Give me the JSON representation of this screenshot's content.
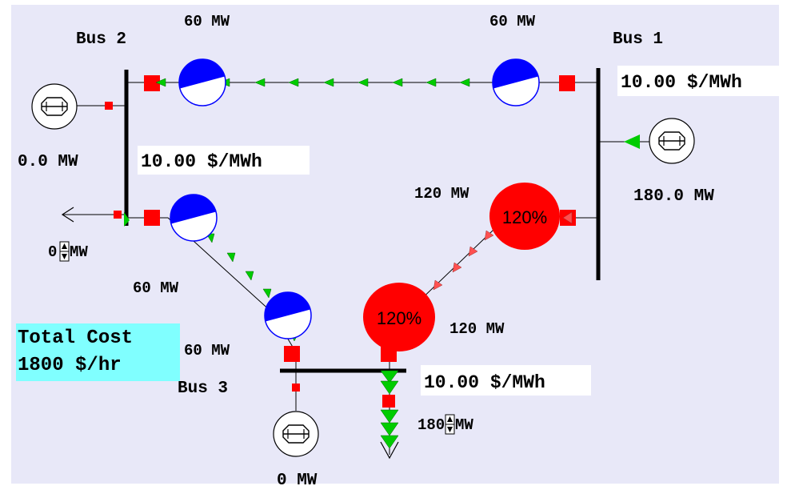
{
  "colors": {
    "background": "#e8e8f8",
    "bus_line": "#000000",
    "breaker": "#ff0000",
    "flow_arrow_normal": "#00cc00",
    "flow_arrow_overload": "#ff3030",
    "pie_normal": "#0000ff",
    "pie_overload": "#ff0000",
    "price_box": "#ffffff",
    "cost_box": "#80ffff"
  },
  "buses": {
    "bus1": {
      "name": "Bus 1",
      "price": "10.00 $/MWh"
    },
    "bus2": {
      "name": "Bus 2",
      "price": "10.00 $/MWh"
    },
    "bus3": {
      "name": "Bus 3",
      "price": "10.00 $/MWh"
    }
  },
  "generators": {
    "gen1": {
      "output": "180.0 MW",
      "icon": "generator-icon"
    },
    "gen2": {
      "output": "0.0 MW",
      "icon": "generator-icon"
    },
    "gen3": {
      "output": "0 MW",
      "icon": "generator-icon"
    }
  },
  "lines": {
    "line_1_2": {
      "flow_bus2_end": "60 MW",
      "flow_bus1_end": "60 MW",
      "loading": 0.5
    },
    "line_2_3": {
      "flow_bus2_end": "60 MW",
      "flow_bus3_end": "60 MW",
      "loading": 0.5
    },
    "line_1_3": {
      "flow_bus1_end": "120 MW",
      "flow_bus3_end": "120 MW",
      "loading_label": "120%",
      "loading": 1.2
    }
  },
  "loads": {
    "bus2_load": {
      "value": "0",
      "unit": "MW"
    },
    "bus3_load": {
      "value": "180",
      "unit": "MW"
    }
  },
  "total_cost": {
    "line1": "Total Cost",
    "line2": "1800 $/hr"
  }
}
